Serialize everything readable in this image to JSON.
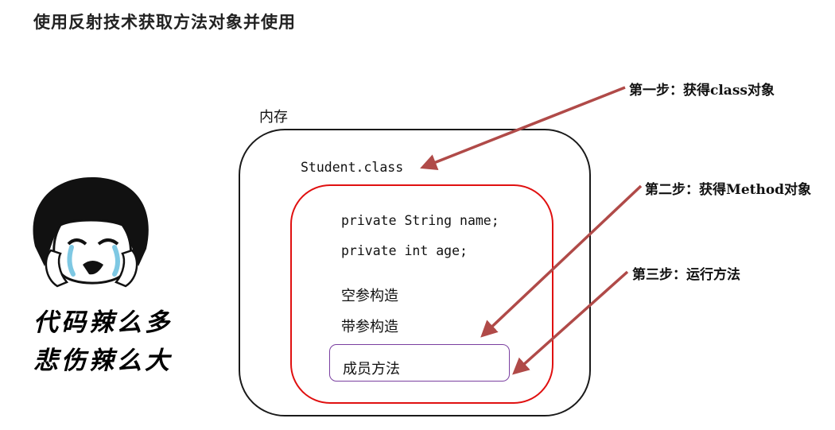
{
  "title": "使用反射技术获取方法对象并使用",
  "memory_label": "内存",
  "class_label": "Student.class",
  "fields": [
    "private String name;",
    "private int age;"
  ],
  "constructors": [
    "空参构造",
    "带参构造"
  ],
  "method_label": "成员方法",
  "steps": [
    "第一步：获得class对象",
    "第二步：获得Method对象",
    "第三步：运行方法"
  ],
  "meme_caption": [
    "代码辣么多",
    "悲伤辣么大"
  ],
  "colors": {
    "arrow": "#b04a48",
    "outer_border": "#1a1a1a",
    "inner_border": "#e01010",
    "method_border": "#7a3fa0"
  }
}
